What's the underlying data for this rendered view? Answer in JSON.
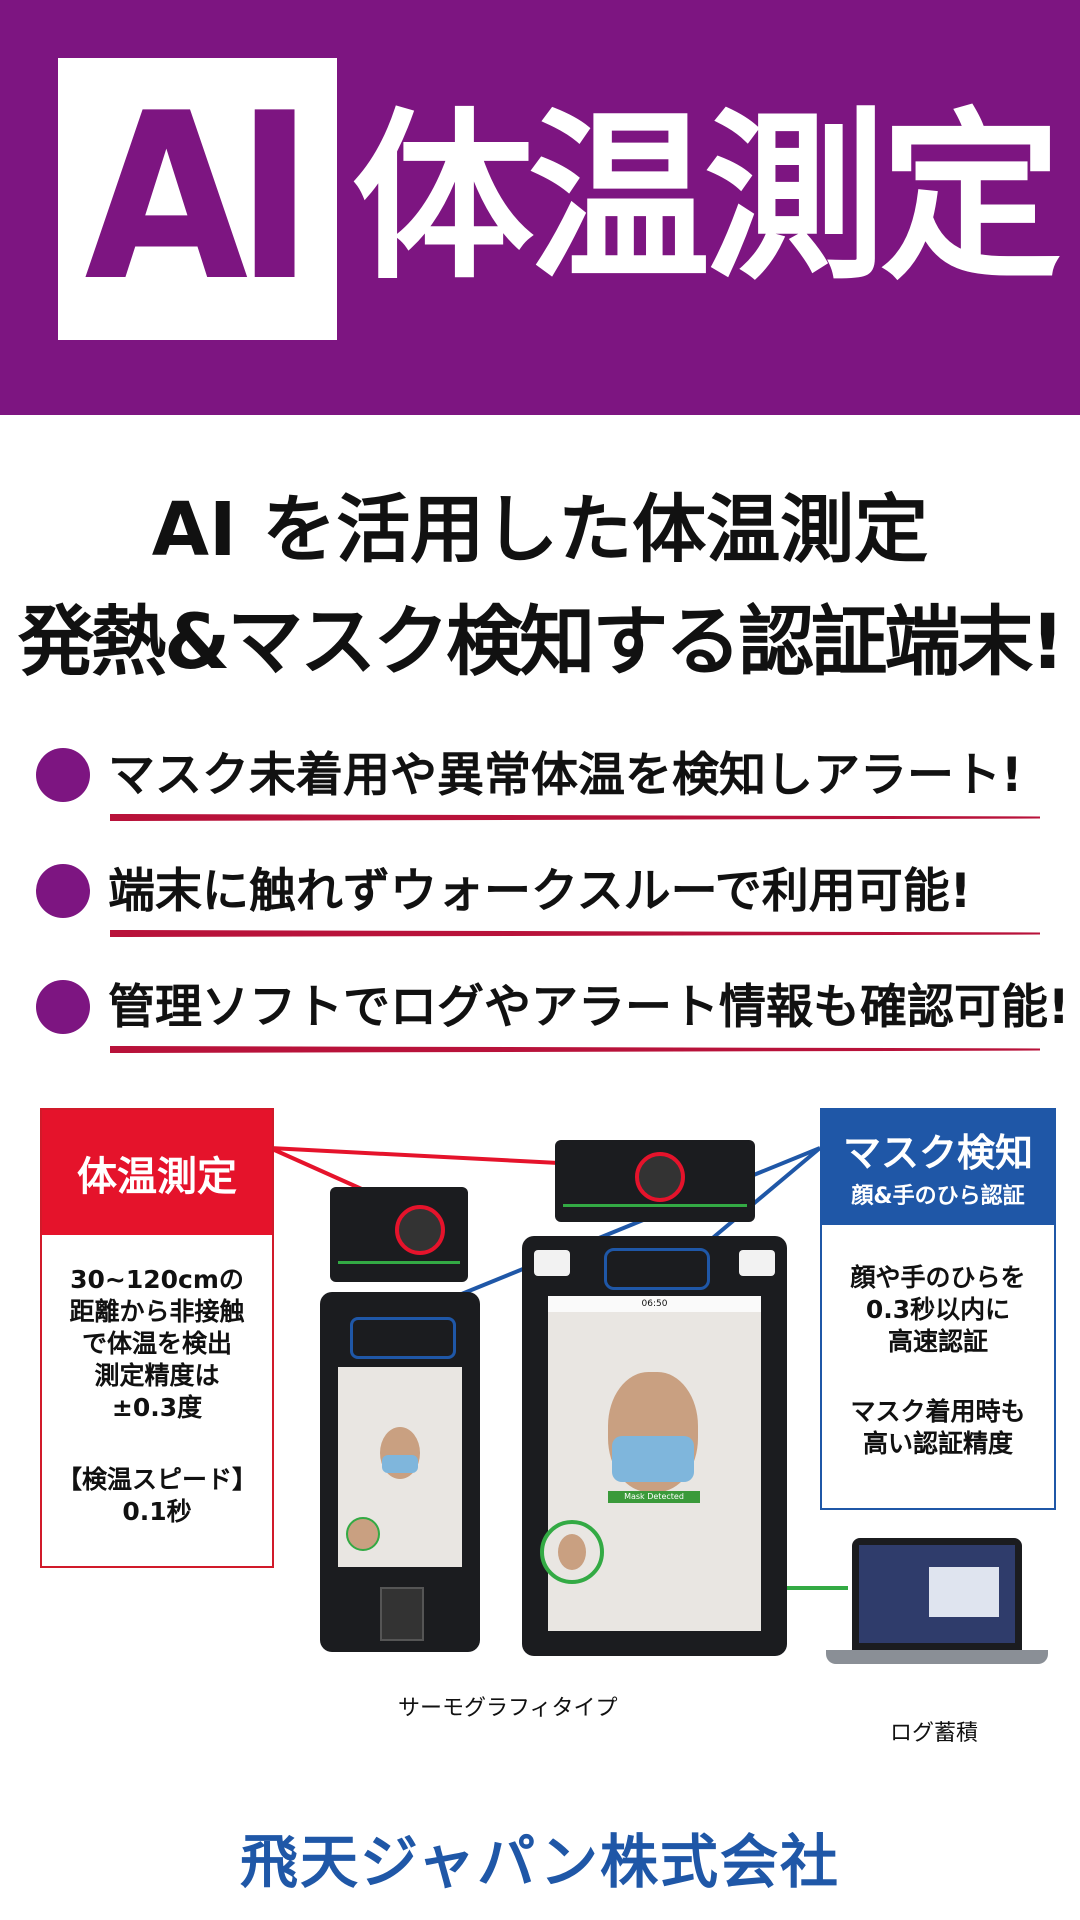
{
  "header": {
    "ai_label": "AI",
    "title": "体温測定"
  },
  "headline": {
    "line1": "AI を活用した体温測定",
    "line2": "発熱&マスク検知する認証端末!"
  },
  "bullets": [
    {
      "text": "マスク未着用や異常体温を検知しアラート!"
    },
    {
      "text": "端末に触れずウォークスルーで利用可能!"
    },
    {
      "text": "管理ソフトでログやアラート情報も確認可能!"
    }
  ],
  "temperature_panel": {
    "title": "体温測定",
    "lines": [
      "30~120cmの",
      "距離から非接触",
      "で体温を検出",
      "測定精度は",
      "±0.3度"
    ],
    "speed_lines": [
      "【検温スピード】",
      "0.1秒"
    ]
  },
  "mask_panel": {
    "title": "マスク検知",
    "subtitle": "顔&手のひら認証",
    "lines": [
      "顔や手のひらを",
      "0.3秒以内に",
      "高速認証"
    ],
    "lines2": [
      "マスク着用時も",
      "高い認証精度"
    ]
  },
  "device": {
    "screen_time": "06:50",
    "mask_status": "Mask Detected"
  },
  "captions": {
    "thermo": "サーモグラフィタイプ",
    "log": "ログ蓄積"
  },
  "company": "飛天ジャパン株式会社",
  "colors": {
    "brand_purple": "#7d1581",
    "alert_red": "#e5132b",
    "accent_blue": "#1f57a7",
    "detect_green": "#33aa44"
  }
}
